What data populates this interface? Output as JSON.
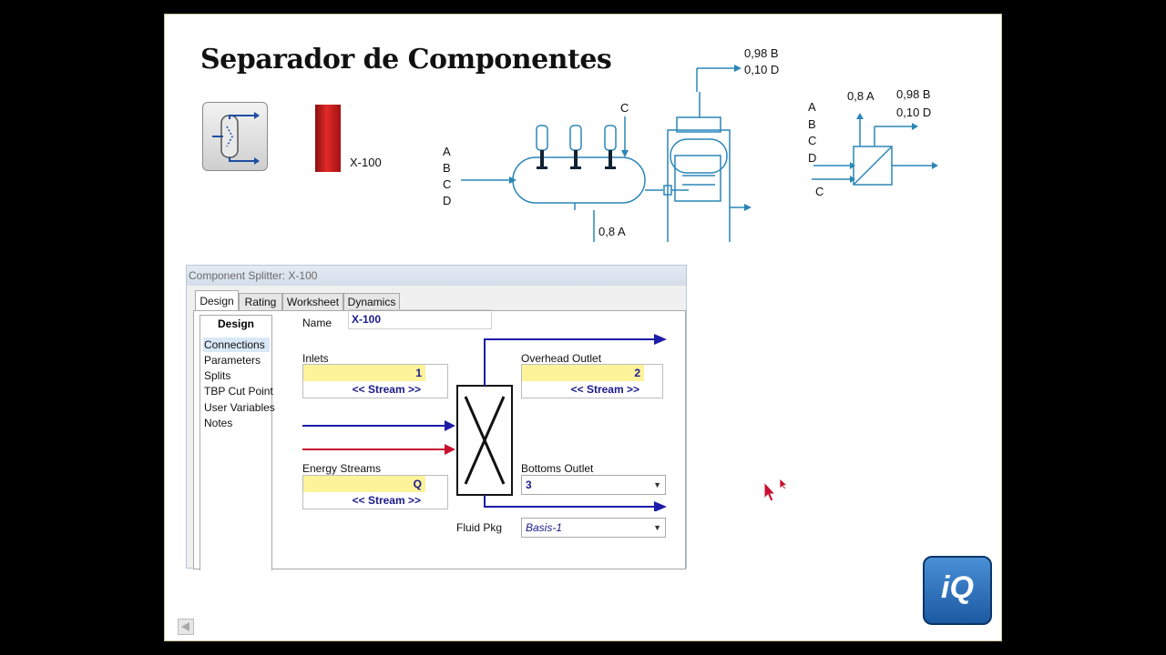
{
  "slide": {
    "title": "Separador de Componentes",
    "palette_label": "X-100",
    "vessel_diagram": {
      "inlet_labels": [
        "A",
        "B",
        "C",
        "D"
      ],
      "top_feed_label": "C",
      "bottom_out_label": "0,8 A",
      "overhead_out_labels": [
        "0,98 B",
        "0,10 D"
      ]
    },
    "block_diagram": {
      "inlet_labels": [
        "A",
        "B",
        "C",
        "D"
      ],
      "bottom_feed_label": "C",
      "top_out_label": "0,8 A",
      "right_out_labels": [
        "0,98 B",
        "0,10 D"
      ]
    }
  },
  "window": {
    "title": "Component Splitter: X-100",
    "tabs": [
      "Design",
      "Rating",
      "Worksheet",
      "Dynamics"
    ],
    "active_tab": "Design",
    "nav_title": "Design",
    "nav_items": [
      "Connections",
      "Parameters",
      "Splits",
      "TBP Cut Point",
      "User Variables",
      "Notes"
    ],
    "selected_nav": "Connections",
    "name_label": "Name",
    "name_value": "X-100",
    "inlets": {
      "label": "Inlets",
      "value": "1",
      "placeholder": "<< Stream >>"
    },
    "energy_streams": {
      "label": "Energy Streams",
      "value": "Q",
      "placeholder": "<< Stream >>"
    },
    "overhead_outlet": {
      "label": "Overhead Outlet",
      "value": "2",
      "placeholder": "<< Stream >>"
    },
    "bottoms_outlet": {
      "label": "Bottoms Outlet",
      "value": "3"
    },
    "fluid_pkg": {
      "label": "Fluid Pkg",
      "value": "Basis-1"
    }
  },
  "logo_text": "iQ",
  "colors": {
    "material_stream": "#1c1ca8",
    "energy_stream": "#c8102e",
    "diagram": "#2a86b8"
  }
}
